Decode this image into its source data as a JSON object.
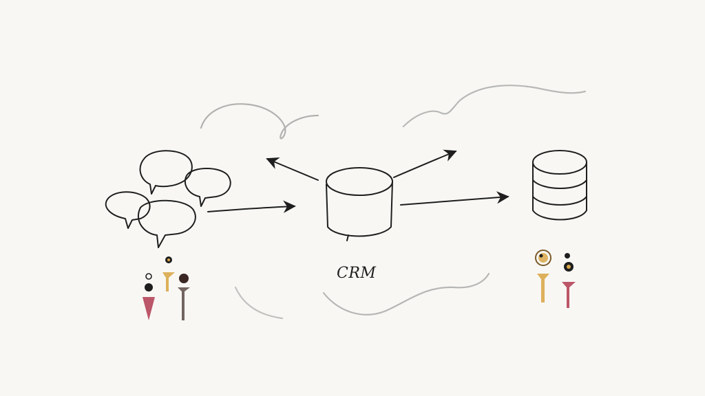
{
  "diagram": {
    "nodes": [
      {
        "id": "conversations",
        "icon": "speech-bubbles-icon",
        "label": ""
      },
      {
        "id": "crm",
        "icon": "cylinder-icon",
        "label": "CRM"
      },
      {
        "id": "database",
        "icon": "database-icon",
        "label": ""
      }
    ],
    "edges": [
      {
        "from": "conversations",
        "to": "crm"
      },
      {
        "from": "crm",
        "to": "database"
      },
      {
        "from": "crm",
        "to": "upper-left"
      },
      {
        "from": "crm",
        "to": "upper-right"
      }
    ]
  },
  "colors": {
    "background": "#f8f7f4",
    "ink": "#1e1e1e",
    "doodle": "#9a9a9a",
    "shade": "#cfcac7",
    "crimson": "#b23a50",
    "ochre": "#d9a84a",
    "brown": "#5a4a45"
  }
}
